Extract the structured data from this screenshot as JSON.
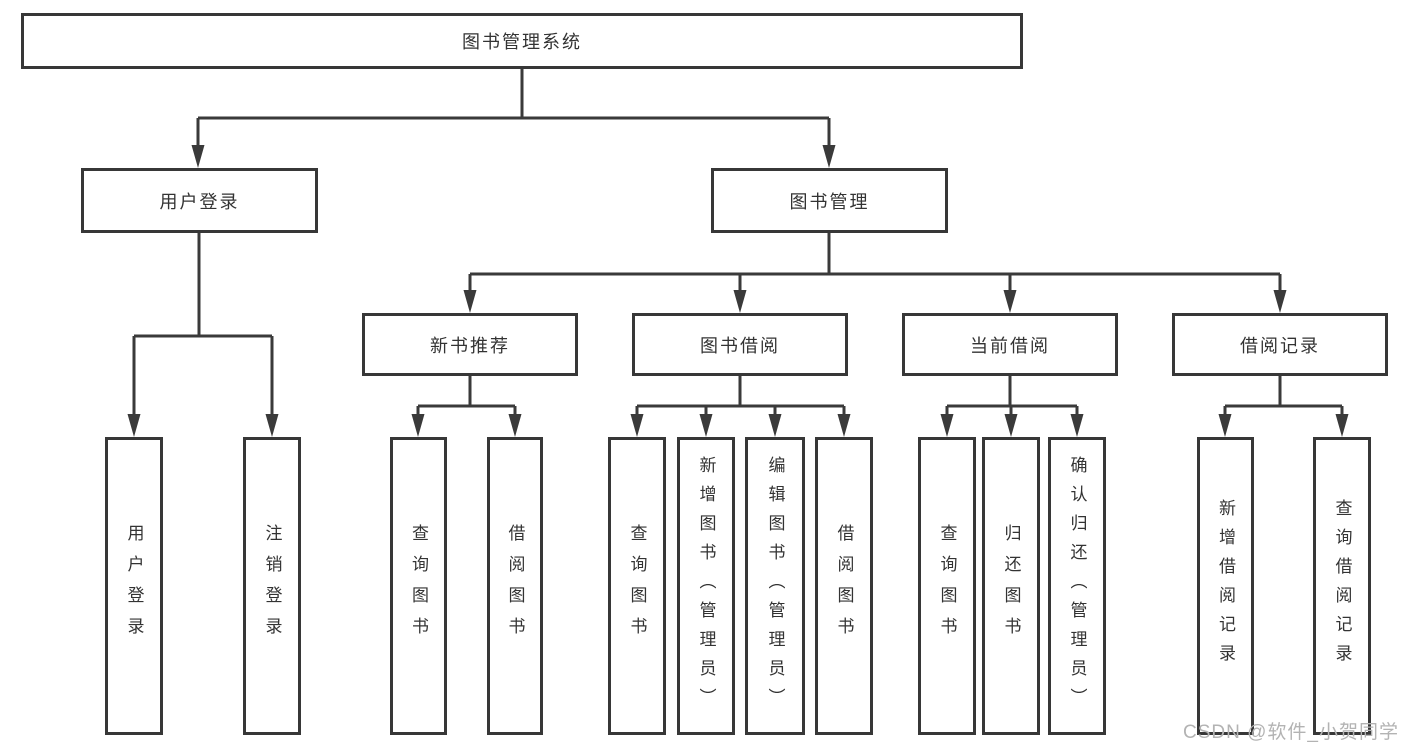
{
  "nodes": {
    "root": "图书管理系统",
    "login": {
      "label": "用户登录",
      "children": [
        "用户登录",
        "注销登录"
      ]
    },
    "mgmt": {
      "label": "图书管理",
      "children": [
        {
          "label": "新书推荐",
          "children": [
            "查询图书",
            "借阅图书"
          ]
        },
        {
          "label": "图书借阅",
          "children": [
            "查询图书",
            "新增图书（管理员）",
            "编辑图书（管理员）",
            "借阅图书"
          ]
        },
        {
          "label": "当前借阅",
          "children": [
            "查询图书",
            "归还图书",
            "确认归还（管理员）"
          ]
        },
        {
          "label": "借阅记录",
          "children": [
            "新增借阅记录",
            "查询借阅记录"
          ]
        }
      ]
    }
  },
  "watermark": "CSDN @软件_小贺同学",
  "colors": {
    "line": "#3a3a3a",
    "border": "#373737",
    "text": "#333333",
    "watermark": "#b3b3b3",
    "background": "#ffffff"
  }
}
